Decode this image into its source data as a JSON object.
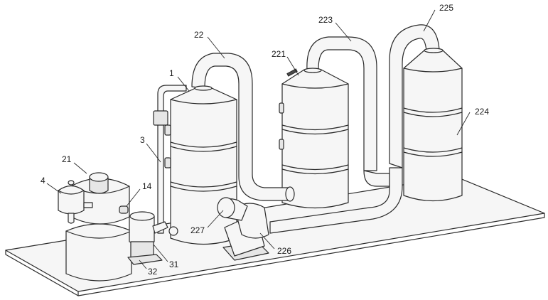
{
  "labels": {
    "l1": "1",
    "l3": "3",
    "l4": "4",
    "l14": "14",
    "l21": "21",
    "l22": "22",
    "l31": "31",
    "l32": "32",
    "l221": "221",
    "l223": "223",
    "l224": "224",
    "l225": "225",
    "l226": "226",
    "l227": "227"
  }
}
